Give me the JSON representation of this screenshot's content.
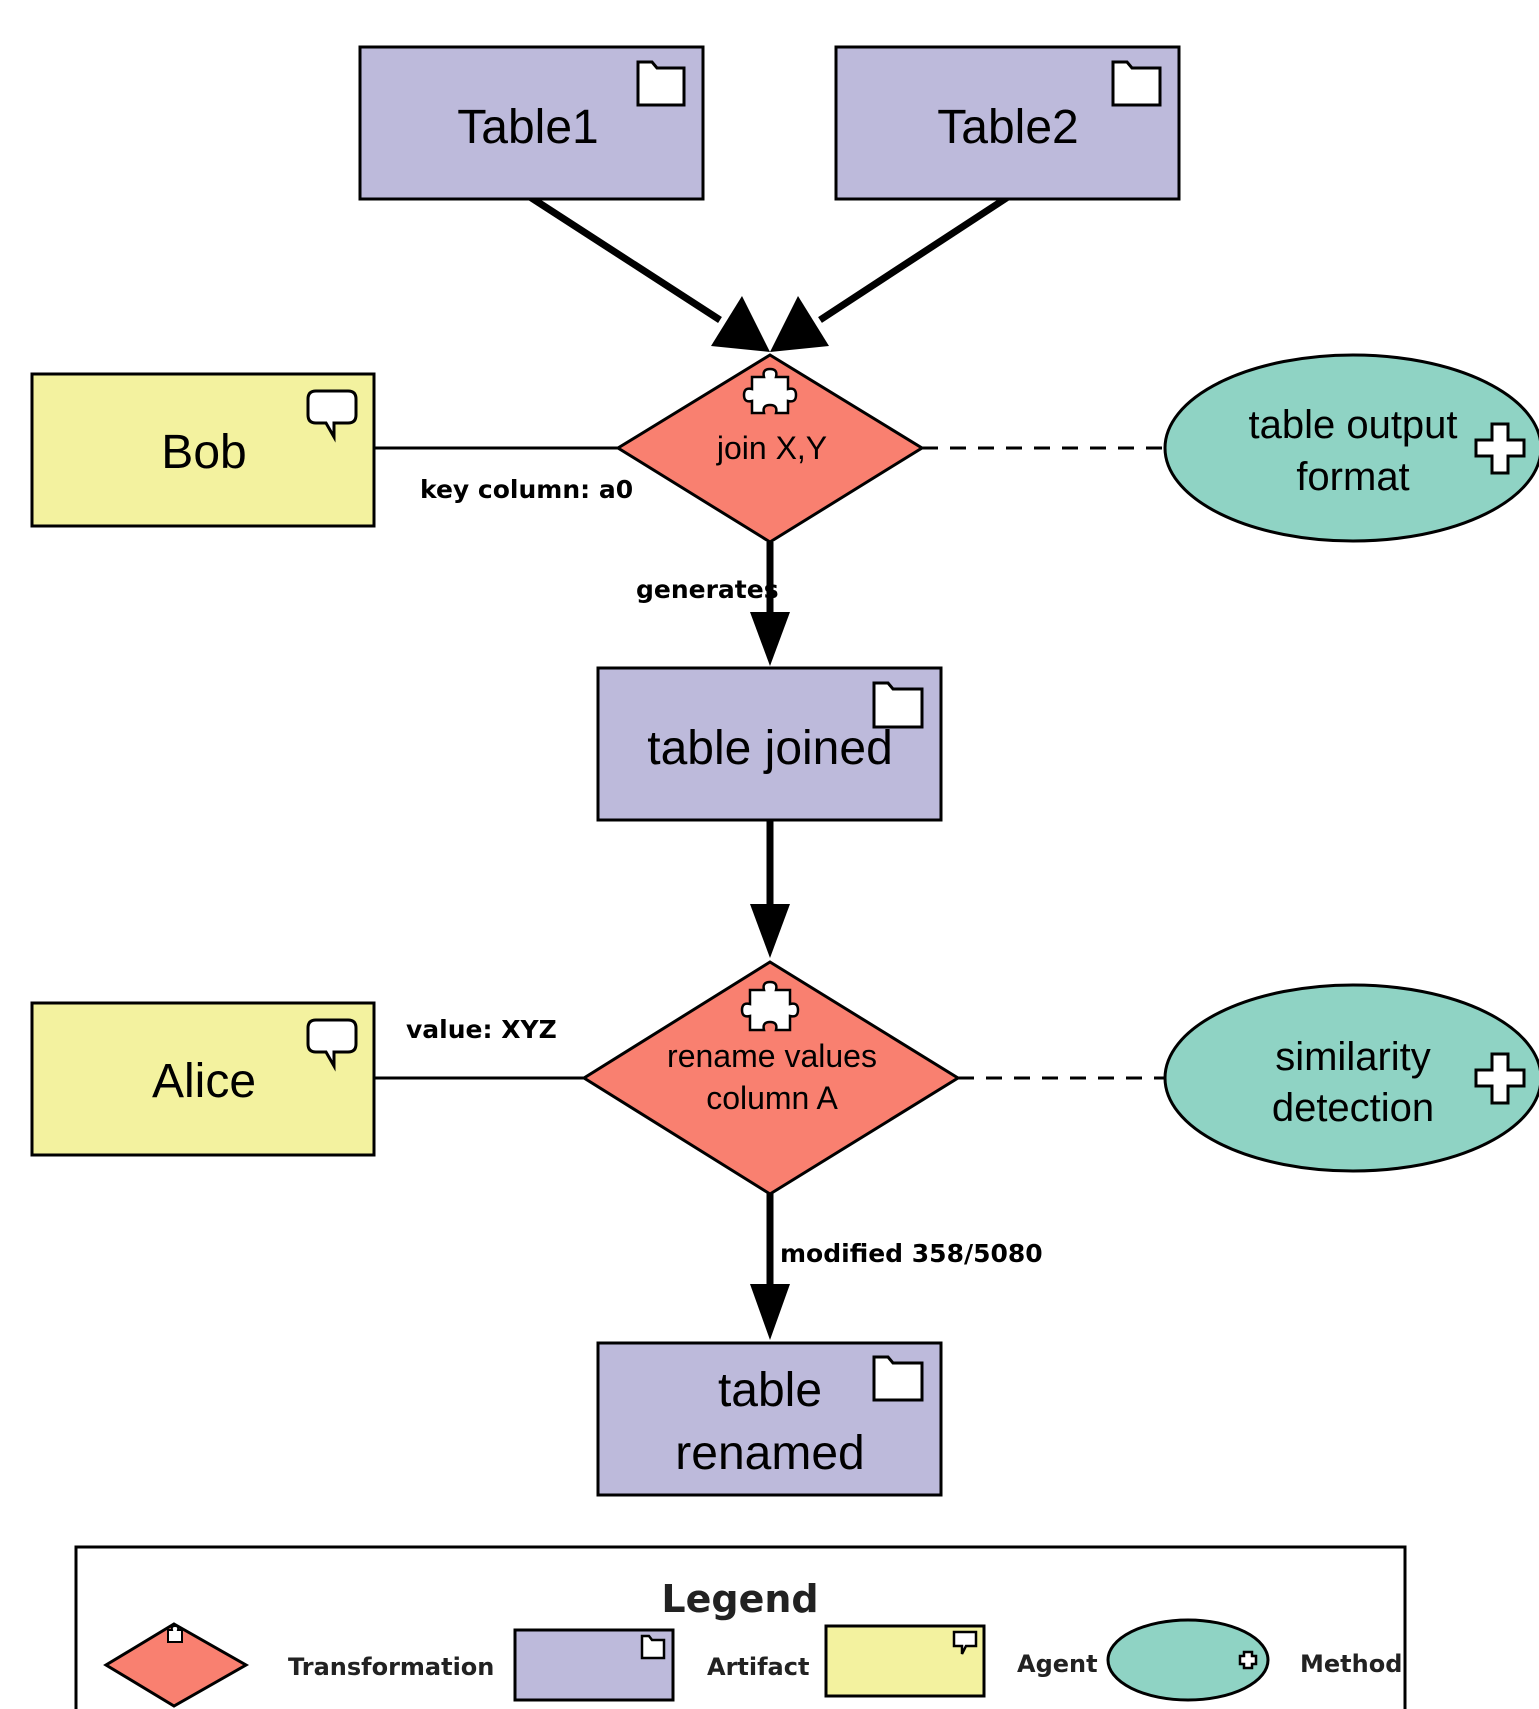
{
  "colors": {
    "artifact": "#bdbadb",
    "agent": "#f3f29f",
    "transformation": "#f98070",
    "method": "#8fd3c4",
    "stroke": "#000000"
  },
  "icons": {
    "artifact": "folder-icon",
    "agent": "speech-bubble-icon",
    "transformation": "puzzle-piece-icon",
    "method": "plus-icon"
  },
  "nodes": {
    "table1": {
      "label": "Table1"
    },
    "table2": {
      "label": "Table2"
    },
    "bob": {
      "label": "Bob"
    },
    "join": {
      "label": "join X,Y"
    },
    "method_output": {
      "line1": "table output",
      "line2": "format"
    },
    "table_joined": {
      "label": "table joined"
    },
    "alice": {
      "label": "Alice"
    },
    "rename": {
      "line1": "rename values",
      "line2": "column A"
    },
    "method_similarity": {
      "line1": "similarity",
      "line2": "detection"
    },
    "table_renamed": {
      "line1": "table",
      "line2": "renamed"
    }
  },
  "edges": {
    "bob_join": "key column: a0",
    "join_generates": "generates",
    "alice_rename": "value: XYZ",
    "rename_modified": "modified 358/5080"
  },
  "legend": {
    "title": "Legend",
    "transformation": "Transformation",
    "artifact": "Artifact",
    "agent": "Agent",
    "method": "Method"
  }
}
